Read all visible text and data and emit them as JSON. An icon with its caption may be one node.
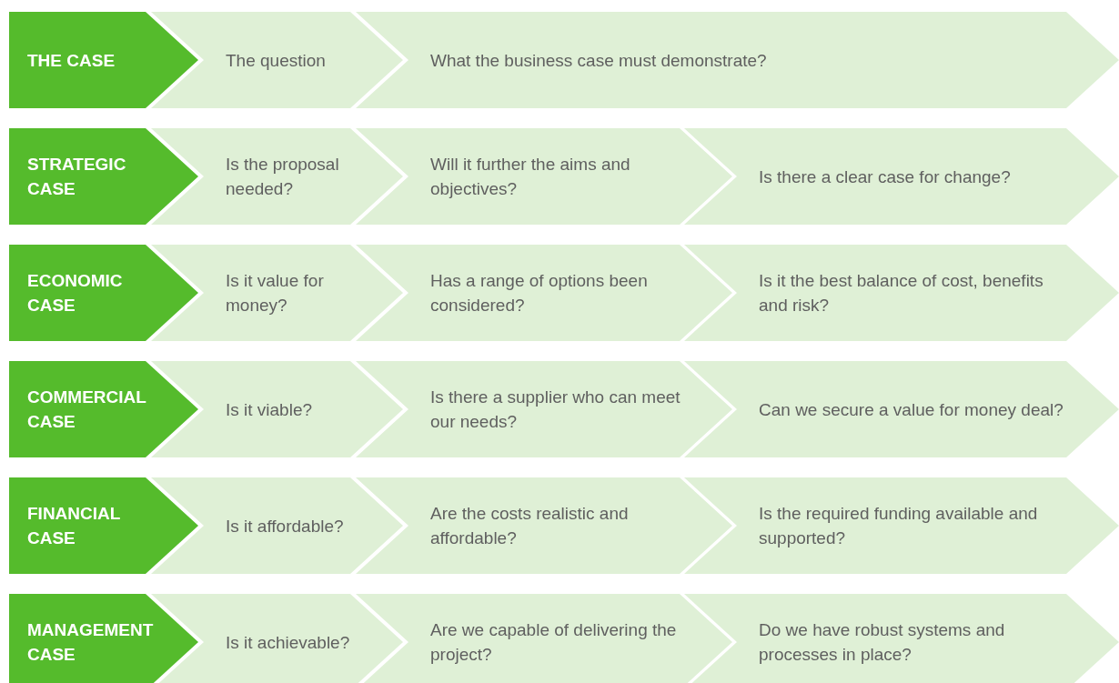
{
  "diagram": {
    "nodes": [
      {
        "text": [
          "THE CASE"
        ]
      },
      {
        "text": [
          "The question"
        ]
      },
      {
        "text": [
          "What the business case must demonstrate?"
        ]
      },
      {
        "text": [
          "STRATEGIC CASE"
        ]
      },
      {
        "text": [
          "Is the proposal needed?"
        ]
      },
      {
        "text": [
          "Will it further the aims and objectives?"
        ]
      },
      {
        "text": [
          "Is there a clear case for change?"
        ]
      },
      {
        "text": [
          "ECONOMIC CASE"
        ]
      },
      {
        "text": [
          "Is it value for money?"
        ]
      },
      {
        "text": [
          "Has a range of options been considered?"
        ]
      },
      {
        "text": [
          "Is it the best balance of cost, benefits and risk?"
        ]
      },
      {
        "text": [
          "COMMERCIAL CASE"
        ]
      },
      {
        "text": [
          "Is it viable?"
        ]
      },
      {
        "text": [
          "Is there a supplier who can meet our needs?"
        ]
      },
      {
        "text": [
          "Can we secure a value for money deal?"
        ]
      },
      {
        "text": [
          "FINANCIAL CASE"
        ]
      },
      {
        "text": [
          "Is it affordable?"
        ]
      },
      {
        "text": [
          "Are the costs realistic and affordable?"
        ]
      },
      {
        "text": [
          "Is the required funding available and supported?"
        ]
      },
      {
        "text": [
          "MANAGEMENT CASE"
        ]
      },
      {
        "text": [
          "Is it achievable?"
        ]
      },
      {
        "text": [
          "Are we capable of delivering the project?"
        ]
      },
      {
        "text": [
          "Do we have robust systems and processes in place?"
        ]
      }
    ]
  }
}
